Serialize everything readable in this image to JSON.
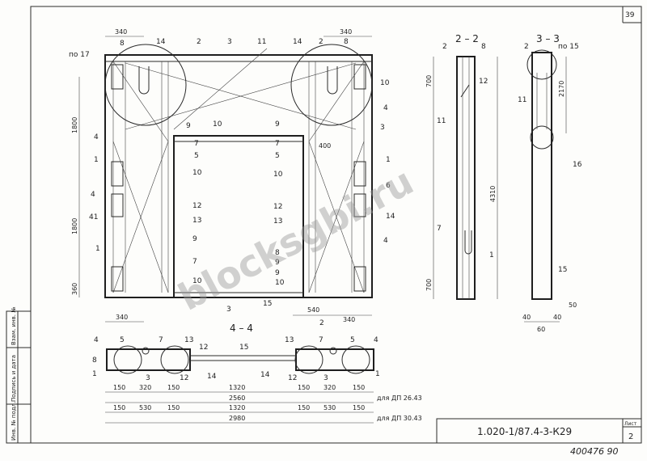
{
  "sheet_number": "39",
  "title_block": {
    "code": "1.020-1/87.4-3-К29",
    "sheet_label": "Лист",
    "sheet_value": "2"
  },
  "stamp": "400476 90",
  "watermark": "blocksgbi.ru",
  "side_stamp": {
    "inv_podl": "Инв. № подл.",
    "podp_data": "Подпись и дата",
    "vzam_inv": "Взам. инв. №"
  },
  "sections": {
    "s22": "2 – 2",
    "s33": "3 – 3",
    "s44": "4 – 4"
  },
  "callouts": {
    "po17": "по 17",
    "po15": "по 15"
  },
  "dims": {
    "top_340_left": "340",
    "top_340_right": "340",
    "h1800_upper": "1800",
    "h1800_lower": "1800",
    "h360": "360",
    "b340_left": "340",
    "b540": "540",
    "b340_right": "340",
    "w400": "400",
    "s22_700_top": "700",
    "s22_4310": "4310",
    "s22_700_bot": "700",
    "s33_2170": "2170",
    "s33_50": "50",
    "s33_40a": "40",
    "s33_40b": "40",
    "s33_60": "60",
    "row1": [
      "150",
      "320",
      "150",
      "1320",
      "150",
      "320",
      "150"
    ],
    "total1": "2560",
    "for1": "для ДП 26.43",
    "row2": [
      "150",
      "530",
      "150",
      "1320",
      "150",
      "530",
      "150"
    ],
    "total2": "2980",
    "for2": "для ДП 30.43"
  },
  "marks": {
    "m1": "1",
    "m2": "2",
    "m3": "3",
    "m4": "4",
    "m5": "5",
    "m6": "6",
    "m7": "7",
    "m8": "8",
    "m9": "9",
    "m10": "10",
    "m11": "11",
    "m12": "12",
    "m13": "13",
    "m14": "14",
    "m15": "15",
    "m16": "16",
    "m41": "41"
  }
}
